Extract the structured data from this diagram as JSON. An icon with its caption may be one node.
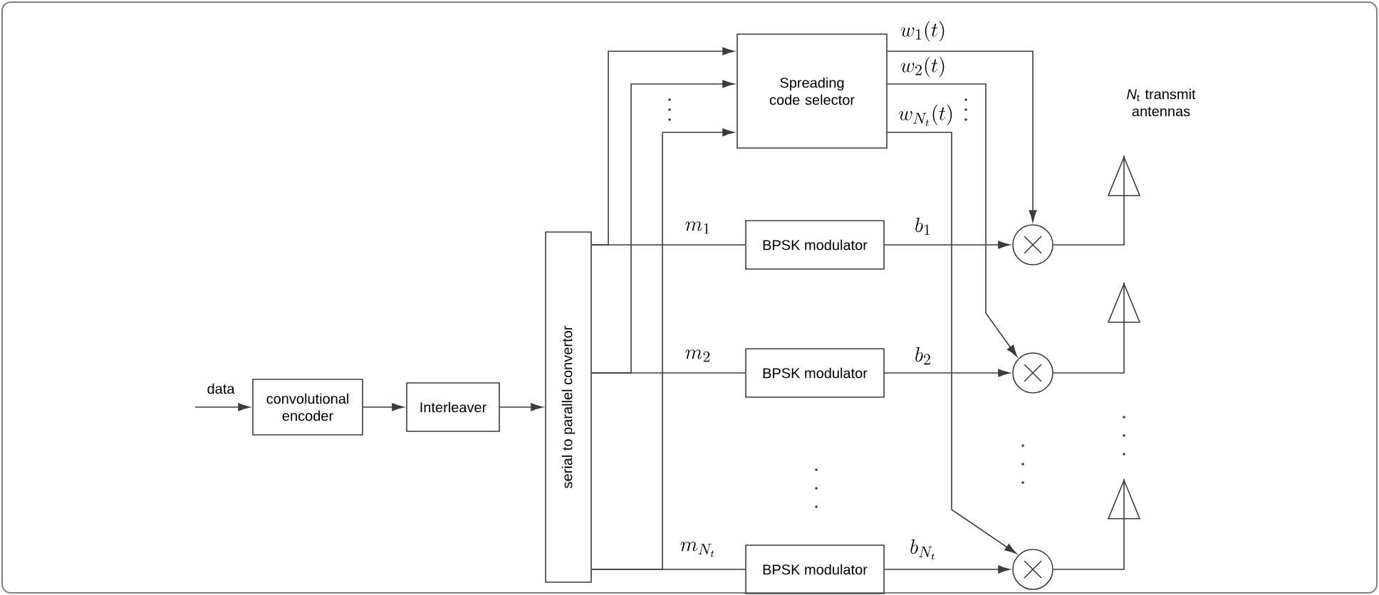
{
  "diagram": {
    "nodes": [
      {
        "text": [
          "convolutional encoder"
        ]
      },
      {
        "text": [
          "Interleaver"
        ]
      },
      {
        "text": [
          "serial to parallel convertor"
        ]
      },
      {
        "text": [
          "Spreading code selector"
        ]
      },
      {
        "text": [
          "BPSK modulator"
        ]
      },
      {
        "text": [
          "BPSK modulator"
        ]
      },
      {
        "text": [
          "BPSK modulator"
        ]
      },
      {
        "text": [],
        "shape": "circle"
      },
      {
        "text": [],
        "shape": "circle"
      },
      {
        "text": [],
        "shape": "circle"
      },
      {
        "text": [],
        "shape": "antenna"
      },
      {
        "text": [],
        "shape": "antenna"
      },
      {
        "text": [],
        "shape": "antenna"
      }
    ],
    "edges": [
      {
        "from": null,
        "to": 0,
        "arrow": "to",
        "label": "data"
      },
      {
        "from": 0,
        "to": 1,
        "arrow": "to"
      },
      {
        "from": 1,
        "to": 2,
        "arrow": "to"
      },
      {
        "from": 2,
        "to": 3,
        "arrow": "to"
      },
      {
        "from": 2,
        "to": 3,
        "arrow": "to"
      },
      {
        "from": 2,
        "to": 3,
        "arrow": "to"
      },
      {
        "from": 2,
        "to": 4,
        "arrow": "none",
        "label": "m_{1}"
      },
      {
        "from": 2,
        "to": 5,
        "arrow": "none",
        "label": "m_{2}"
      },
      {
        "from": 2,
        "to": 6,
        "arrow": "none",
        "label": "m_{N_t}"
      },
      {
        "from": 4,
        "to": 7,
        "arrow": "to",
        "label": "b_{1}"
      },
      {
        "from": 5,
        "to": 8,
        "arrow": "to",
        "label": "b_{2}"
      },
      {
        "from": 6,
        "to": 9,
        "arrow": "to",
        "label": "b_{N_t}"
      },
      {
        "from": 3,
        "to": 7,
        "arrow": "to",
        "label": "w_{1}(t)"
      },
      {
        "from": 3,
        "to": 8,
        "arrow": "to",
        "label": "w_{2}(t)"
      },
      {
        "from": 3,
        "to": 9,
        "arrow": "to",
        "label": "w_{N_t}(t)"
      },
      {
        "from": 7,
        "to": 10,
        "arrow": "none"
      },
      {
        "from": 8,
        "to": 11,
        "arrow": "none"
      },
      {
        "from": 9,
        "to": 12,
        "arrow": "none"
      }
    ],
    "labels": [
      "*N*$_{t}$ transmit antennas"
    ]
  }
}
